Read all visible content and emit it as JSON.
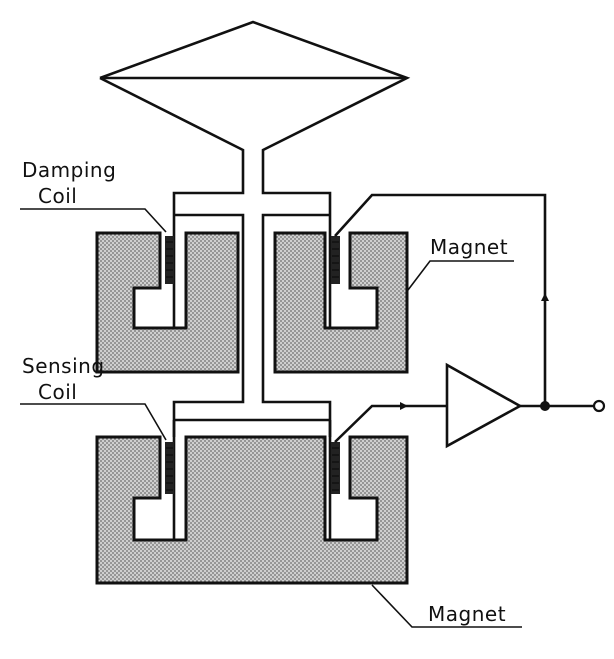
{
  "labels": {
    "damping_coil_line1": "Damping",
    "damping_coil_line2": "Coil",
    "sensing_coil_line1": "Sensing",
    "sensing_coil_line2": "Coil",
    "magnet_upper": "Magnet",
    "magnet_lower": "Magnet"
  },
  "colors": {
    "ink": "#111111",
    "magnet_fill": "#bdbdbd",
    "background": "#ffffff"
  }
}
